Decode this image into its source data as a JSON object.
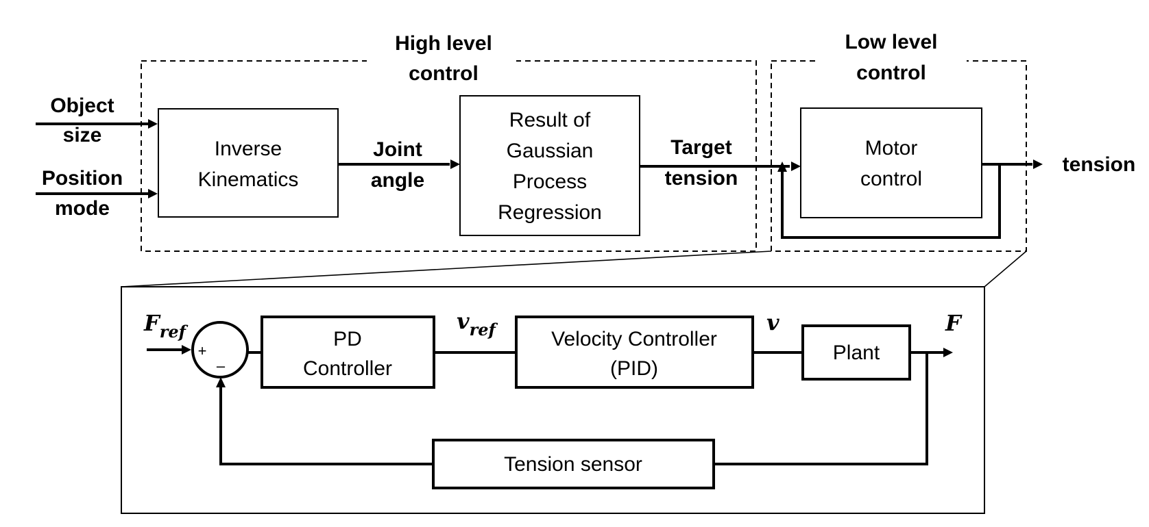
{
  "high_level": {
    "group_label_line1": "High level",
    "group_label_line2": "control",
    "inputs": [
      {
        "line1": "Object",
        "line2": "size"
      },
      {
        "line1": "Position",
        "line2": "mode"
      }
    ],
    "ik_block": {
      "line1": "Inverse",
      "line2": "Kinematics"
    },
    "joint_angle": {
      "line1": "Joint",
      "line2": "angle"
    },
    "gpr_block": {
      "line1": "Result of",
      "line2": "Gaussian",
      "line3": "Process",
      "line4": "Regression"
    },
    "target_tension": {
      "line1": "Target",
      "line2": "tension"
    }
  },
  "low_level": {
    "group_label_line1": "Low level",
    "group_label_line2": "control",
    "motor_block": {
      "line1": "Motor",
      "line2": "control"
    },
    "output_label": "tension"
  },
  "detail": {
    "f_ref": {
      "base": "F",
      "sub": "ref"
    },
    "sum_plus": "+",
    "sum_minus": "–",
    "pd_block": {
      "line1": "PD",
      "line2": "Controller"
    },
    "v_ref": {
      "base": "v",
      "sub": "ref"
    },
    "velocity_block": {
      "line1": "Velocity Controller",
      "line2": "(PID)"
    },
    "v_label": "v",
    "plant_block": "Plant",
    "f_out": "F",
    "sensor_block": "Tension sensor"
  }
}
